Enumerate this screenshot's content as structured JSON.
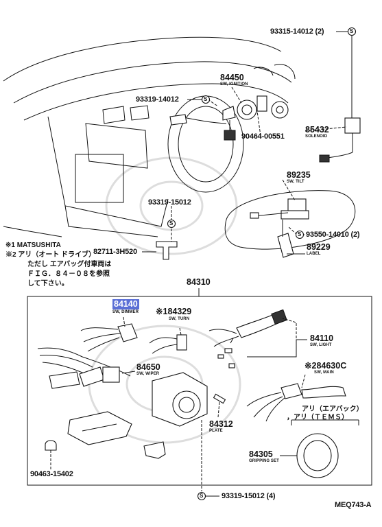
{
  "title_code": "MEQ743-A",
  "fastener_symbol": "S",
  "notes": {
    "n1_mark": "※1",
    "n1_text": "MATSUSHITA",
    "n2_mark": "※2",
    "n2_line1": "アリ（オート ドライブ）",
    "n2_line2": "ただし エアバッグ付車両は",
    "n2_line3": "ＦＩＧ．８４－０８を参照",
    "n2_line4": "して下さい。"
  },
  "callouts": {
    "p93315": "93315-14012 (2)",
    "p84450_num": "84450",
    "p84450_name": "SW, IGNITION",
    "p93319a": "93319-14012",
    "p90464": "90464-00551",
    "p85432_num": "85432",
    "p85432_name": "SOLENOID",
    "p89235_num": "89235",
    "p89235_name": "SW, TILT",
    "p93319b": "93319-15012",
    "p93550": "93550-14010 (2)",
    "p89229_num": "89229",
    "p89229_name": "LABEL",
    "p82711": "82711-3H520",
    "p84310": "84310",
    "p84140_num": "84140",
    "p84140_name": "SW, DIMMER",
    "p84329_mark": "※1",
    "p84329_num": "84329",
    "p84329_name": "SW, TURN",
    "p84110_num": "84110",
    "p84110_name": "SW, LIGHT",
    "p84650_num": "84650",
    "p84650_name": "SW, WIPER",
    "p84630_mark": "※2",
    "p84630_num": "84630C",
    "p84630_name": "SW, MAIN",
    "airbag_line1": "アリ（エアバック）",
    "airbag_line2": "，アリ（ＴＥＭＳ）",
    "p84312_num": "84312",
    "p84312_name": "PLATE",
    "p84305_num": "84305",
    "p84305_name": "GRIPPING SET",
    "p90463": "90463-15402",
    "p93319c": "93319-15012 (4)"
  },
  "highlight_color": "#5b6fd6"
}
